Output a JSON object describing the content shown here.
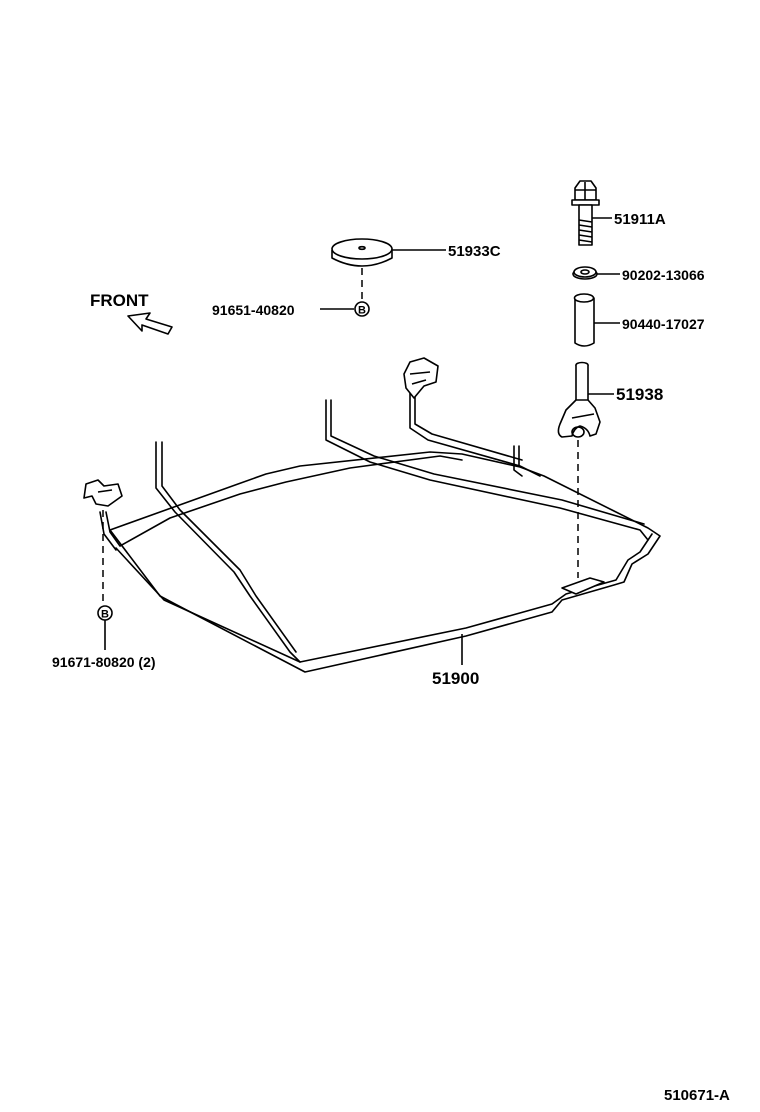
{
  "diagram": {
    "direction_label": "FRONT",
    "callouts": {
      "bolt": "51911A",
      "washer": "90202-13066",
      "collar": "90440-17027",
      "bracket": "51938",
      "pad": "51933C",
      "pad_fastener": "91651-40820",
      "frame": "51900",
      "frame_fastener": "91671-80820 (2)"
    },
    "fastener_marker": "B",
    "figure_code": "510671-A"
  }
}
